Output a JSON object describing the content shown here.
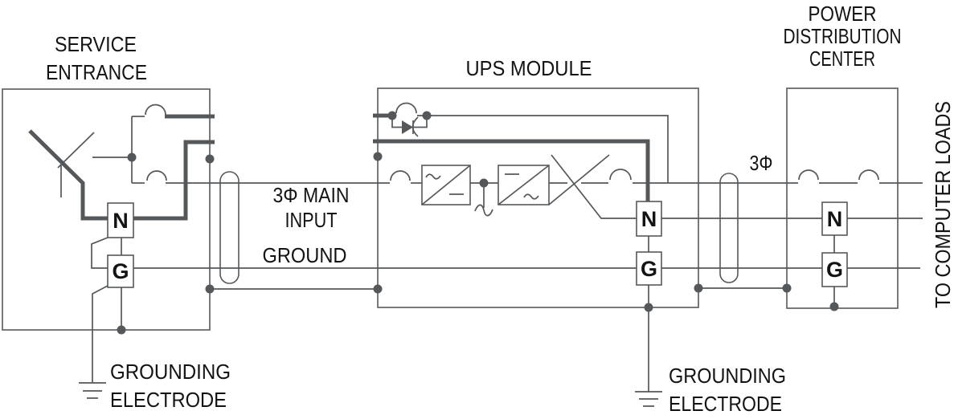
{
  "labels": {
    "service_entrance": [
      "SERVICE",
      "ENTRANCE"
    ],
    "ups_module": "UPS MODULE",
    "power_distribution_center": [
      "POWER",
      "DISTRIBUTION",
      "CENTER"
    ],
    "main_input": [
      "3Φ MAIN",
      "INPUT"
    ],
    "ground": "GROUND",
    "three_phase": "3Φ",
    "grounding_electrode_left": [
      "GROUNDING",
      "ELECTRODE"
    ],
    "grounding_electrode_right": [
      "GROUNDING",
      "ELECTRODE"
    ],
    "to_computer_loads": "TO COMPUTER LOADS"
  },
  "terminals": {
    "neutral": "N",
    "ground": "G"
  },
  "colors": {
    "line": "#54585b",
    "text": "#131313"
  }
}
